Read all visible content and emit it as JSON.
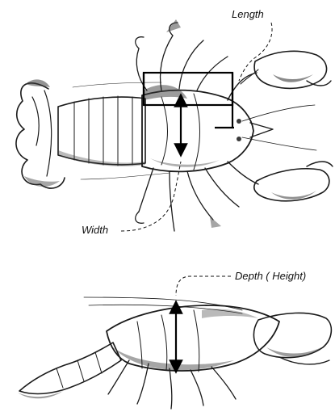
{
  "labels": {
    "length": "Length",
    "width": "Width",
    "depth": "Depth ( Height)"
  },
  "icons": [
    "lobster-top-view",
    "lobster-side-view",
    "measure-arrow"
  ],
  "colors": {
    "ink": "#1a1a1a",
    "background": "#ffffff"
  }
}
